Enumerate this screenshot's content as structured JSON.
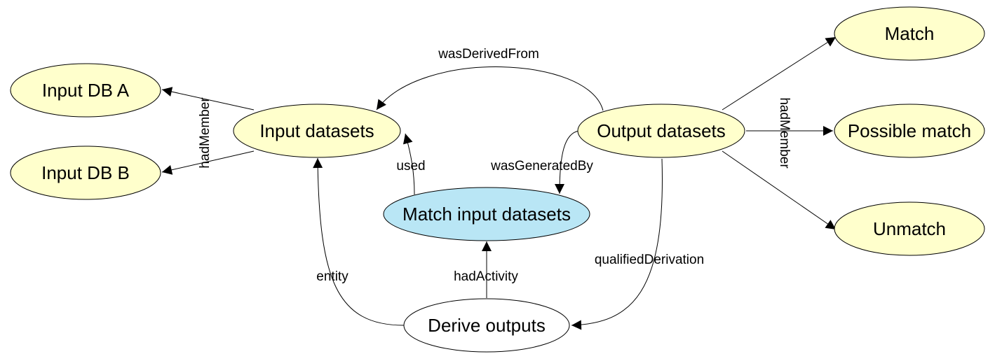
{
  "diagram": {
    "colors": {
      "entity_fill": "#ffffcc",
      "activity_fill": "#b9e6f5",
      "derivation_fill": "#ffffff",
      "stroke": "#000000"
    },
    "nodes": {
      "input_db_a": "Input DB A",
      "input_db_b": "Input DB B",
      "input_datasets": "Input datasets",
      "match_input_datasets": "Match input datasets",
      "derive_outputs": "Derive outputs",
      "output_datasets": "Output datasets",
      "match": "Match",
      "possible_match": "Possible match",
      "unmatch": "Unmatch"
    },
    "edges": {
      "had_member_input": "hadMember",
      "was_derived_from": "wasDerivedFrom",
      "used": "used",
      "was_generated_by": "wasGeneratedBy",
      "entity": "entity",
      "had_activity": "hadActivity",
      "qualified_derivation": "qualifiedDerivation",
      "had_member_output": "hadMember"
    }
  }
}
